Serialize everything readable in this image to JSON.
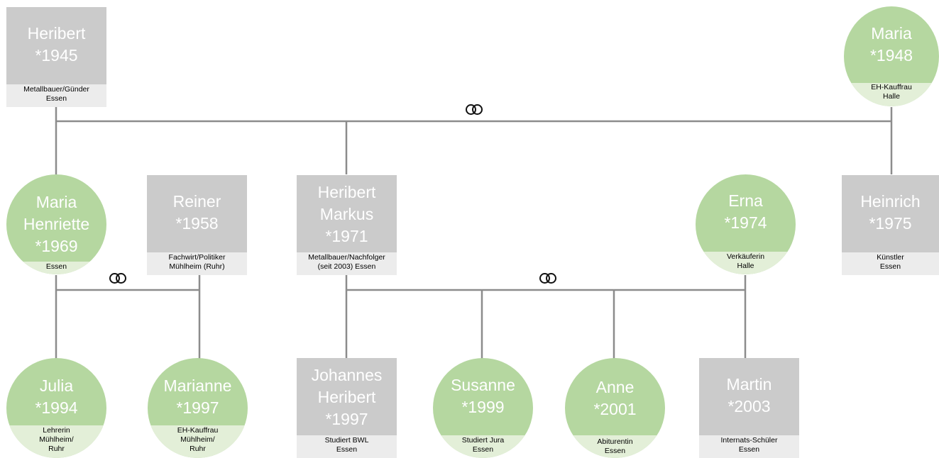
{
  "people": {
    "heribert_1945": {
      "name": "Heribert\n*1945",
      "info": "Metallbauer/Günder\nEssen",
      "shape": "box"
    },
    "maria_1948": {
      "name": "Maria\n*1948",
      "info": "EH-Kauffrau\nHalle",
      "shape": "circle"
    },
    "maria_henriette_1969": {
      "name": "Maria\nHenriette\n*1969",
      "info": "Essen",
      "shape": "circle"
    },
    "reiner_1958": {
      "name": "Reiner\n*1958",
      "info": "Fachwirt/Politiker\nMühlheim (Ruhr)",
      "shape": "box"
    },
    "heribert_markus_1971": {
      "name": "Heribert\nMarkus\n*1971",
      "info": "Metallbauer/Nachfolger\n(seit 2003) Essen",
      "shape": "box"
    },
    "erna_1974": {
      "name": "Erna\n*1974",
      "info": "Verkäuferin\nHalle",
      "shape": "circle"
    },
    "heinrich_1975": {
      "name": "Heinrich\n*1975",
      "info": "Künstler\nEssen",
      "shape": "box"
    },
    "julia_1994": {
      "name": "Julia\n*1994",
      "info": "Lehrerin\nMühlheim/\nRuhr",
      "shape": "circle"
    },
    "marianne_1997": {
      "name": "Marianne\n*1997",
      "info": "EH-Kauffrau\nMühlheim/\nRuhr",
      "shape": "circle"
    },
    "johannes_heribert_1997": {
      "name": "Johannes\nHeribert\n*1997",
      "info": "Studiert BWL\nEssen",
      "shape": "box"
    },
    "susanne_1999": {
      "name": "Susanne\n*1999",
      "info": "Studiert Jura\nEssen",
      "shape": "circle"
    },
    "anne_2001": {
      "name": "Anne\n*2001",
      "info": "Abiturentin\nEssen",
      "shape": "circle"
    },
    "martin_2003": {
      "name": "Martin\n*2003",
      "info": "Internats-Schüler\nEssen",
      "shape": "box"
    }
  },
  "marriages": [
    "heribert_1945+maria_1948",
    "maria_henriette_1969+reiner_1958",
    "heribert_markus_1971+erna_1974"
  ],
  "colors": {
    "male_box": "#cbcbcb",
    "male_info": "#ececec",
    "female_circle": "#b5d7a0",
    "female_info": "#e3efd8",
    "line": "#8c8c8c",
    "rings": "#111111"
  },
  "icons": {
    "marriage": "wedding-rings-icon"
  }
}
